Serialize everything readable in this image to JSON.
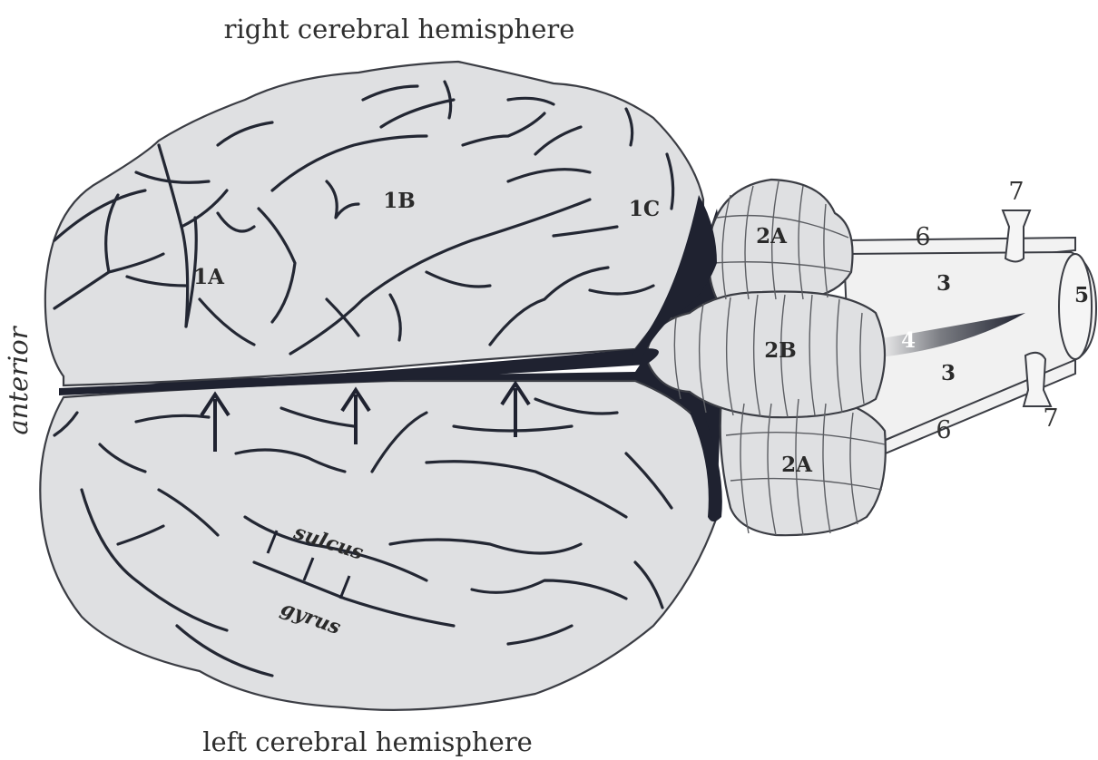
{
  "captions": {
    "top": "right cerebral hemisphere",
    "bottom": "left cerebral hemisphere",
    "side": "anterior"
  },
  "labels": {
    "l1a": "1A",
    "l1b": "1B",
    "l1c": "1C",
    "l2a_top": "2A",
    "l2b": "2B",
    "l2a_bottom": "2A",
    "l3_top": "3",
    "l3_bottom": "3",
    "l4": "4",
    "l5": "5",
    "l6_top": "6",
    "l6_bottom": "6",
    "l7_top": "7",
    "l7_bottom": "7",
    "sulcus": "sulcus",
    "gyrus": "gyrus"
  },
  "colors": {
    "tissue": "#dfe0e2",
    "fissure": "#1f2230",
    "cord": "#f0f0f0"
  }
}
